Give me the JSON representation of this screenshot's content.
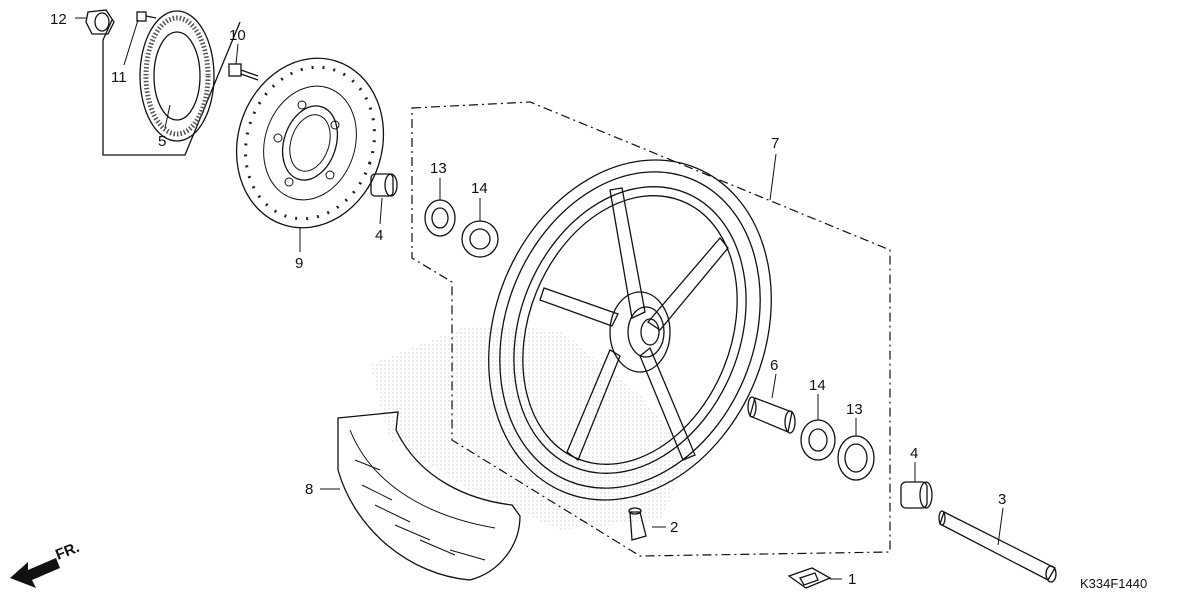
{
  "diagram": {
    "code": "K334F1440",
    "direction_label": "FR.",
    "callouts": {
      "c1": "1",
      "c2": "2",
      "c3": "3",
      "c4a": "4",
      "c4b": "4",
      "c5": "5",
      "c6": "6",
      "c7": "7",
      "c8": "8",
      "c9": "9",
      "c10": "10",
      "c11": "11",
      "c12": "12",
      "c13a": "13",
      "c13b": "13",
      "c14a": "14",
      "c14b": "14"
    }
  }
}
